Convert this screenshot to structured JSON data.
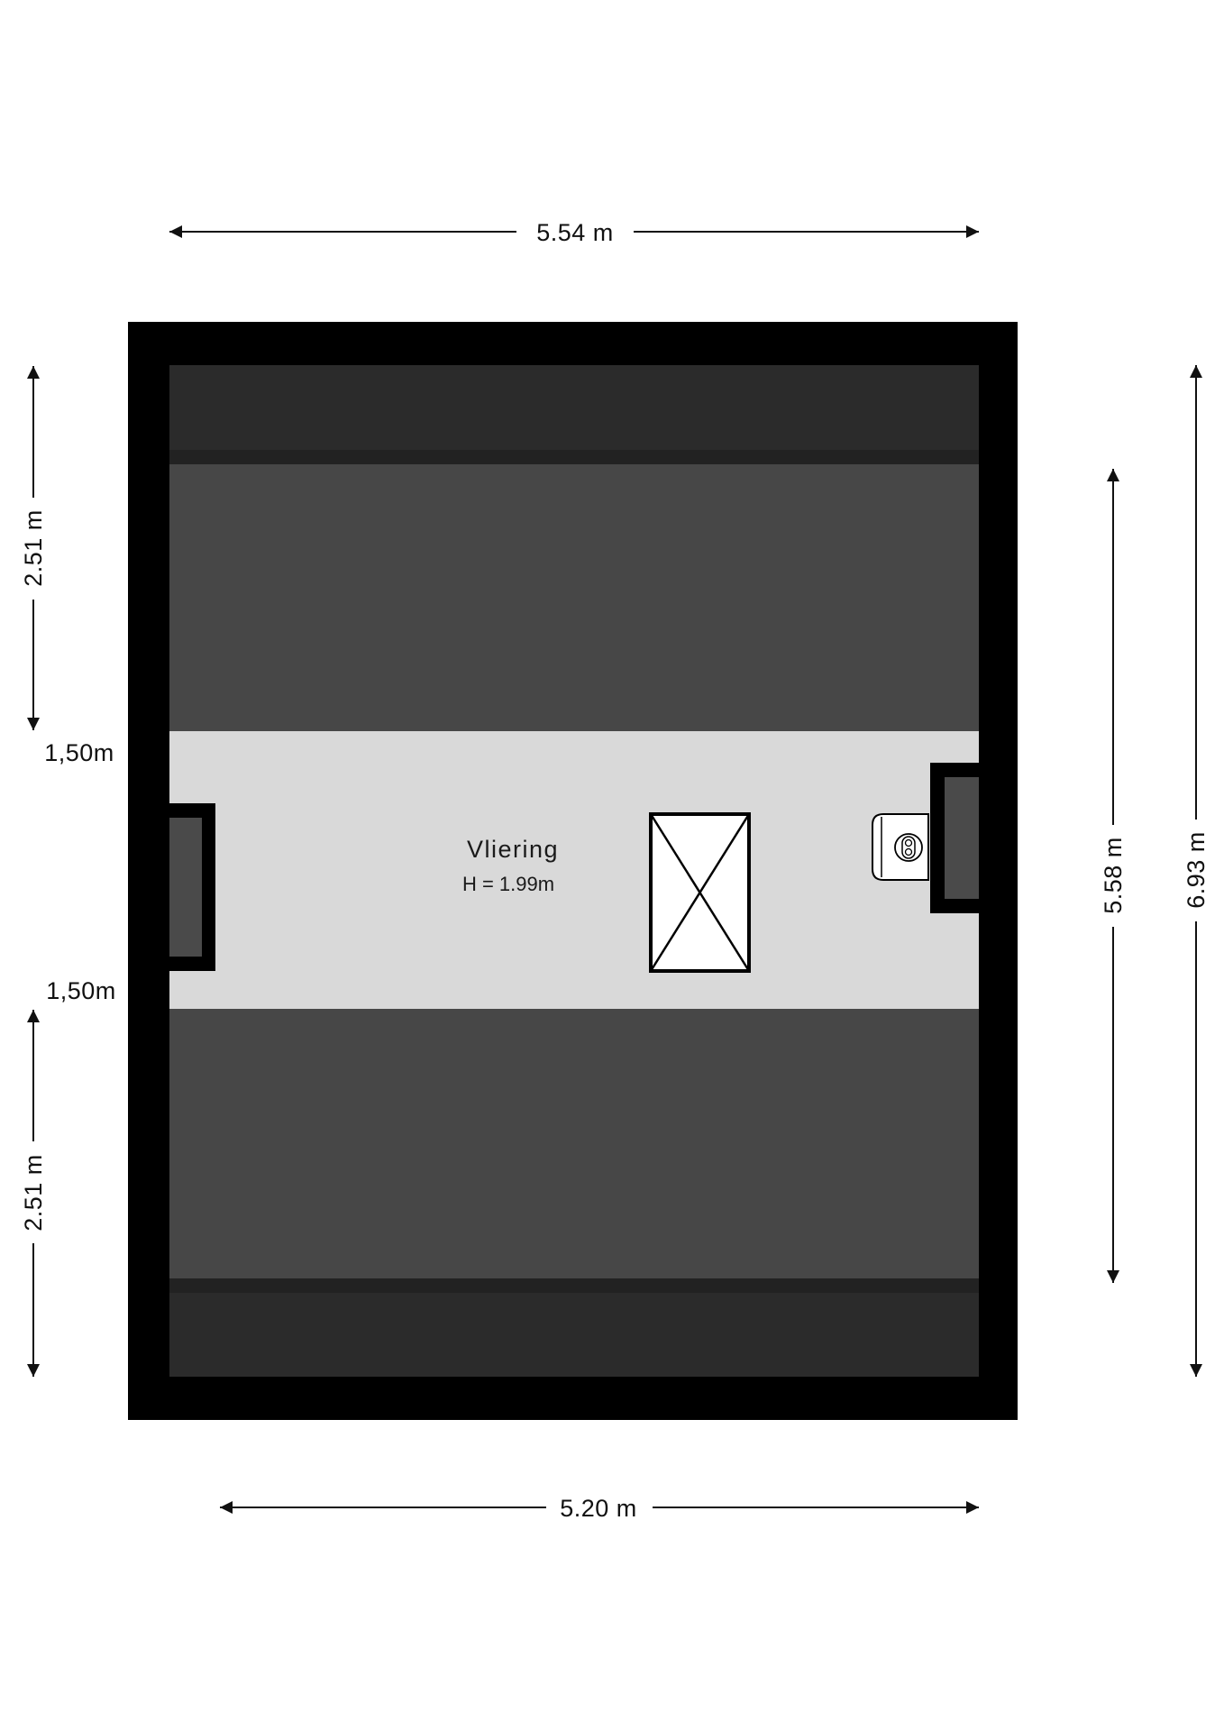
{
  "room": {
    "name": "Vliering",
    "height": "H = 1.99m"
  },
  "dimensions": {
    "top_width": "5.54 m",
    "bottom_width": "5.20 m",
    "left_upper": "2.51 m",
    "left_lower": "2.51 m",
    "right_inner": "5.58 m",
    "right_outer": "6.93 m"
  },
  "height_markers": {
    "upper": "1,50m",
    "lower": "1,50m"
  },
  "colors": {
    "wall": "#000000",
    "low_ceiling_dark": "#2b2b2b",
    "roof_slope": "#474747",
    "floor_area": "#d9d9d9",
    "window_glass": "#4a4a4a",
    "skylight": "#ffffff"
  },
  "icons": {
    "skylight": "skylight-icon",
    "boiler": "boiler-icon",
    "arrow": "dimension-arrow-icon"
  }
}
